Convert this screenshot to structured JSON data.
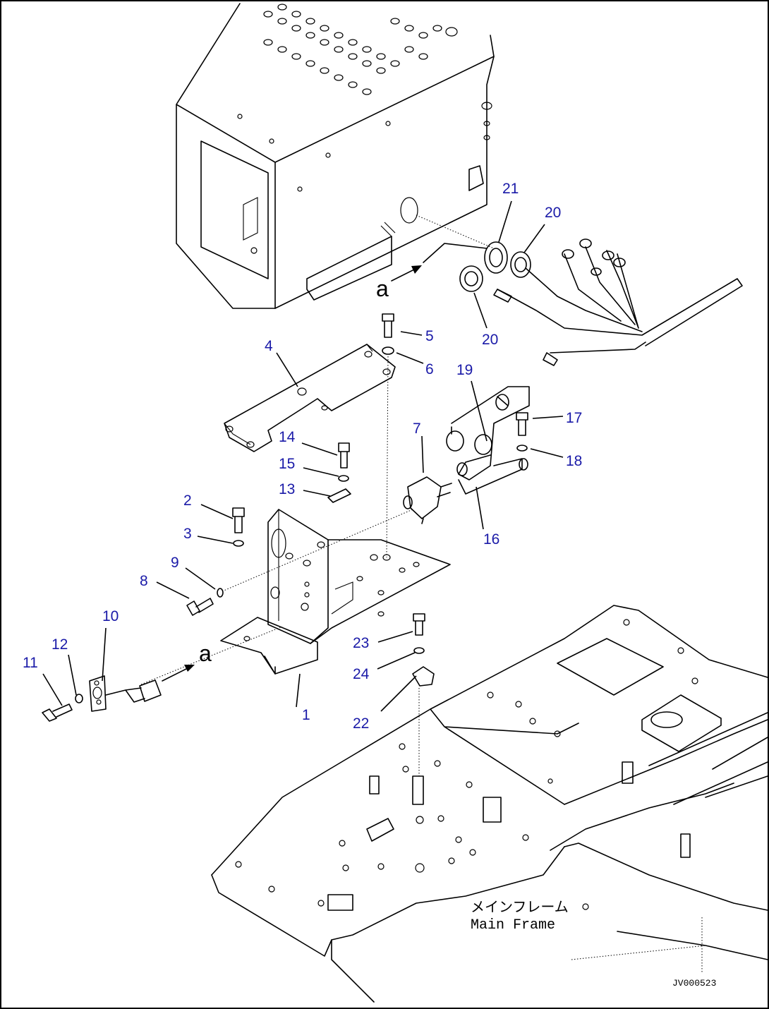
{
  "callouts": [
    {
      "n": "1"
    },
    {
      "n": "2"
    },
    {
      "n": "3"
    },
    {
      "n": "4"
    },
    {
      "n": "5"
    },
    {
      "n": "6"
    },
    {
      "n": "7"
    },
    {
      "n": "8"
    },
    {
      "n": "9"
    },
    {
      "n": "10"
    },
    {
      "n": "11"
    },
    {
      "n": "12"
    },
    {
      "n": "13"
    },
    {
      "n": "14"
    },
    {
      "n": "15"
    },
    {
      "n": "16"
    },
    {
      "n": "17"
    },
    {
      "n": "18"
    },
    {
      "n": "19"
    },
    {
      "n": "20"
    },
    {
      "n": "20"
    },
    {
      "n": "21"
    },
    {
      "n": "22"
    },
    {
      "n": "23"
    },
    {
      "n": "24"
    }
  ],
  "connection_marks": [
    "a",
    "a"
  ],
  "frame_label": {
    "japanese": "メインフレーム",
    "english": "Main Frame"
  },
  "drawing_code": "JV000523",
  "colors": {
    "callout": "#1a1aa8",
    "line": "#000000",
    "background": "#ffffff"
  }
}
